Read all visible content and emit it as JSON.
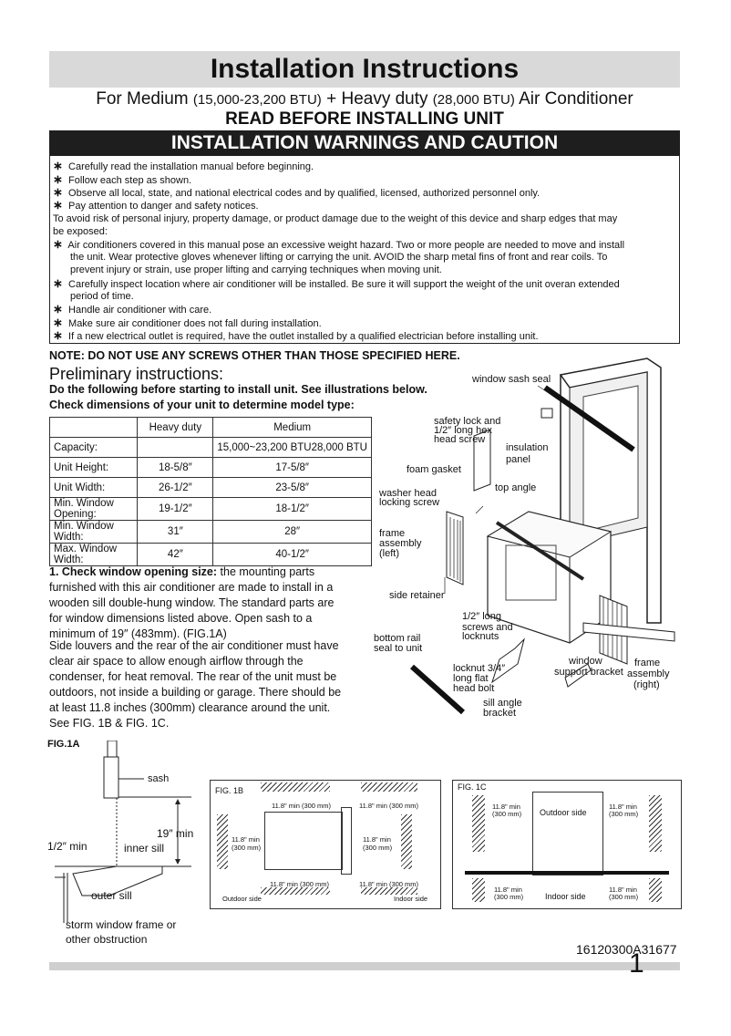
{
  "header": {
    "title": "Installation Instructions",
    "subtitle_a": "For Medium",
    "subtitle_b": "(15,000-23,200 BTU)",
    "subtitle_c": "+ Heavy duty",
    "subtitle_d": "(28,000 BTU)",
    "subtitle_e": "Air Conditioner",
    "read_before": "READ BEFORE INSTALLING UNIT"
  },
  "warnings": {
    "heading": "INSTALLATION WARNINGS AND CAUTION",
    "star": "∗",
    "items": [
      "Carefully read the installation manual before beginning.",
      "Follow each step as shown.",
      "Observe all local, state, and national electrical codes and by qualified, licensed, authorized personnel only.",
      "Pay attention to danger and safety notices."
    ],
    "intro_1": "To avoid risk of personal injury, property damage, or product damage due to the weight of this device and sharp edges that may",
    "intro_2": "be exposed:",
    "weight_1": "Air conditioners covered in this manual pose an excessive weight hazard. Two or more people are needed to move and install",
    "weight_2": "the unit. Wear protective gloves whenever lifting or carrying the unit. AVOID the sharp metal fins of front and rear coils. To",
    "weight_3": "prevent injury or strain, use proper lifting and carrying techniques when moving unit.",
    "inspect_1": "Carefully inspect location where air conditioner will be installed. Be sure it will support the weight of the unit overan extended",
    "inspect_2": "period of time.",
    "care": "Handle air conditioner with care.",
    "fall": "Make sure air conditioner does not fall during installation.",
    "outlet": "If a new electrical outlet is required, have the outlet installed by a qualified electrician before installing unit."
  },
  "note": "NOTE: DO NOT USE ANY SCREWS OTHER THAN THOSE SPECIFIED HERE.",
  "preliminary": {
    "title": "Preliminary instructions:",
    "line1": "Do the following before starting to install unit. See illustrations below.",
    "line2": "Check dimensions of your unit to determine model type:"
  },
  "spec_table": {
    "headers": [
      "",
      "Heavy duty",
      "Medium"
    ],
    "rows": [
      [
        "Capacity:",
        "",
        "15,000~23,200 BTU28,000 BTU"
      ],
      [
        "Unit Height:",
        "18-5/8″",
        "17-5/8″"
      ],
      [
        "Unit Width:",
        "26-1/2″",
        "23-5/8″"
      ],
      [
        "Min. Window Opening:",
        "19-1/2″",
        "18-1/2″"
      ],
      [
        "Min. Window Width:",
        "31″",
        "28″"
      ],
      [
        "Max. Window Width:",
        "42″",
        "40-1/2″"
      ]
    ]
  },
  "step1": {
    "heading": "1.  Check window opening size:",
    "p1_rest": " the mounting parts furnished with this air conditioner are made to install in a wooden sill double-hung window. The standard parts are for window dimensions listed above. Open sash to a minimum of 19″ (483mm). (FIG.1A)",
    "p2": "Side louvers and the rear of the air conditioner must have clear air space to allow enough airflow through the condenser, for heat removal. The rear of the unit must be outdoors, not inside a building or garage. There should be at least 11.8  inches (300mm) clearance around the unit. See FIG. 1B & FIG. 1C."
  },
  "diagram_labels": {
    "window_sash_seal": "window sash seal",
    "safety_lock_1": "safety lock and",
    "safety_lock_2": "1/2″ long hex",
    "safety_lock_3": "head screw",
    "insulation_1": "insulation",
    "insulation_2": "panel",
    "foam_gasket": "foam gasket",
    "top_angle": "top angle",
    "washer_1": "washer head",
    "washer_2": "locking screw",
    "frame_left_1": "frame",
    "frame_left_2": "assembly",
    "frame_left_3": "(left)",
    "side_retainer": "side retainer",
    "screws_1": "1/2″  long",
    "screws_2": "screws and",
    "screws_3": "locknuts",
    "bottom_rail_1": "bottom rail",
    "bottom_rail_2": "seal to unit",
    "locknut_1": "locknut 3/4″",
    "locknut_2": "long flat",
    "locknut_3": "head bolt",
    "window_support_1": "window",
    "window_support_2": "support bracket",
    "frame_right_1": "frame",
    "frame_right_2": "assembly",
    "frame_right_3": "(right)",
    "sill_angle_1": "sill angle",
    "sill_angle_2": "bracket"
  },
  "fig1a": {
    "label": "FIG.1A",
    "sash": "sash",
    "min19": "19″ min",
    "half_min": "1/2″ min",
    "inner_sill": "inner sill",
    "outer_sill": "outer sill",
    "storm_1": "storm window frame or",
    "storm_2": "other obstruction"
  },
  "fig1b": {
    "label": "FIG. 1B",
    "top_left": "11.8\" min (300 mm)",
    "top_right": "11.8\" min (300 mm)",
    "left_1": "11.8\" min",
    "left_2": "(300 mm)",
    "mid_1": "11.8\" min",
    "mid_2": "(300 mm)",
    "bottom_left": "11.8\" min (300 mm)",
    "bottom_right": "11.8\" min (300 mm)",
    "outdoor": "Outdoor side",
    "indoor": "Indoor side"
  },
  "fig1c": {
    "label": "FIG. 1C",
    "min": "11.8\" min",
    "mm": "(300 mm)",
    "outdoor": "Outdoor side",
    "indoor": "Indoor side"
  },
  "footer": {
    "part_no": "16120300A31677",
    "page": "1"
  }
}
